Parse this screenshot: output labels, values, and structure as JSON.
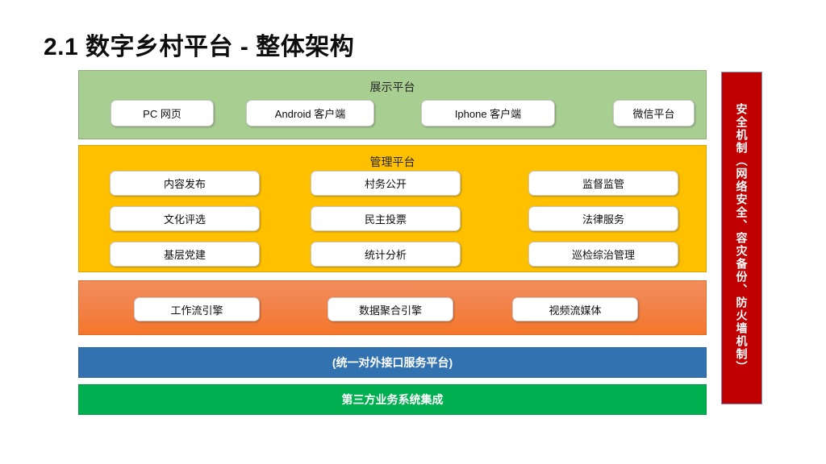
{
  "slide": {
    "title": "2.1 数字乡村平台 - 整体架构"
  },
  "colors": {
    "presentation": "#a9ce92",
    "management": "#ffc000",
    "engine_top": "#f18d5c",
    "engine_bottom": "#f4762a",
    "interface": "#3272b0",
    "thirdparty": "#00b050",
    "security": "#c00000",
    "tile": "#ffffff",
    "title_text": "#0d0d0d"
  },
  "architecture": {
    "presentation_layer": {
      "heading": "展示平台",
      "tiles": [
        {
          "label": "PC 网页"
        },
        {
          "label": "Android 客户端"
        },
        {
          "label": "Iphone 客户端"
        },
        {
          "label": "微信平台"
        }
      ]
    },
    "management_layer": {
      "heading": "管理平台",
      "tiles": [
        {
          "label": "内容发布"
        },
        {
          "label": "村务公开"
        },
        {
          "label": "监督监管"
        },
        {
          "label": "文化评选"
        },
        {
          "label": "民主投票"
        },
        {
          "label": "法律服务"
        },
        {
          "label": "基层党建"
        },
        {
          "label": "统计分析"
        },
        {
          "label": "巡检综治管理"
        }
      ]
    },
    "engine_layer": {
      "heading": "",
      "tiles": [
        {
          "label": "工作流引擎"
        },
        {
          "label": "数据聚合引擎"
        },
        {
          "label": "视频流媒体"
        }
      ]
    },
    "interface_bar": {
      "label": "(统一对外接口服务平台)"
    },
    "thirdparty_bar": {
      "label": "第三方业务系统集成"
    },
    "security_bar": {
      "label": "安全机制（网络安全、容灾备份、防火墙机制）"
    }
  }
}
